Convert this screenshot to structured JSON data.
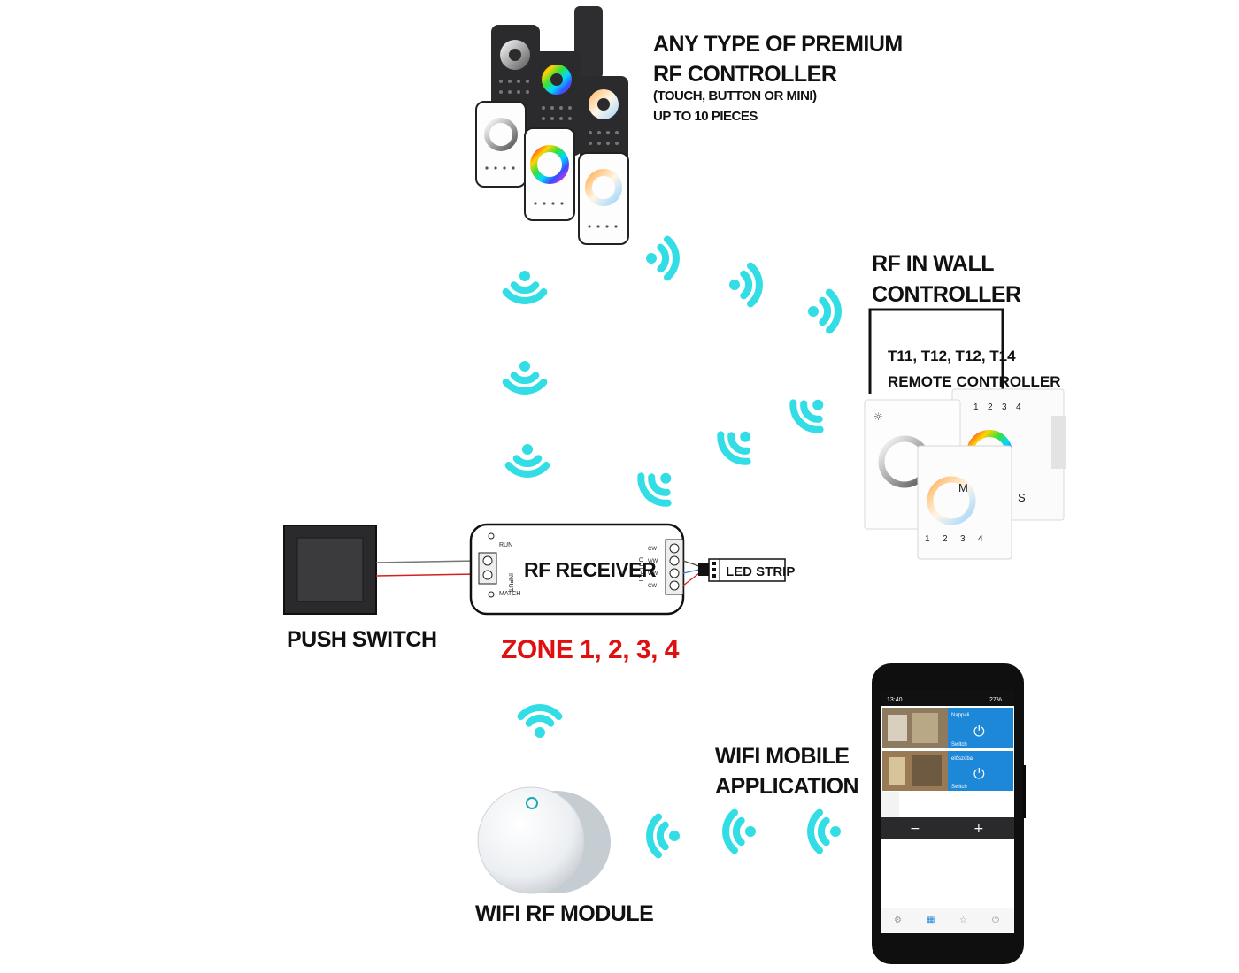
{
  "rf_controller": {
    "title_line1": "ANY TYPE OF PREMIUM",
    "title_line2": "RF CONTROLLER",
    "subtitle_line1": "(TOUCH, BUTTON OR MINI)",
    "subtitle_line2": "UP TO 10 PIECES"
  },
  "in_wall": {
    "title_line1": "RF IN WALL",
    "title_line2": "CONTROLLER",
    "box_line1": "T11, T12, T12, T14",
    "box_line2": "REMOTE CONTROLLER"
  },
  "receiver": {
    "label": "RF RECEIVER",
    "run_label": "RUN",
    "match_label": "MATCH",
    "input_label": "INPUT",
    "output_label": "OUTPUT",
    "out_pins": [
      "CW",
      "WW",
      "WW",
      "CW"
    ]
  },
  "led_strip": {
    "label": "LED STRIP"
  },
  "push_switch": {
    "label": "PUSH SWITCH"
  },
  "zone": {
    "label": "ZONE 1, 2, 3, 4"
  },
  "wifi_module": {
    "label": "WIFI RF MODULE"
  },
  "mobile_app": {
    "title_line1": "WIFI MOBILE",
    "title_line2": "APPLICATION",
    "status_time": "13:40",
    "status_battery": "27%",
    "devices": [
      {
        "name": "Nappali",
        "type": "Switch"
      },
      {
        "name": "előszoba",
        "type": "Switch"
      }
    ],
    "minus_label": "−",
    "plus_label": "+"
  },
  "wall_panel": {
    "zone_numbers": [
      "1",
      "2",
      "3",
      "4"
    ],
    "mode_letters": [
      "M",
      "S"
    ]
  },
  "colors": {
    "wave": "#33dde6",
    "zone_red": "#e01010",
    "wire_red": "#d42020",
    "app_blue": "#1e88d8"
  },
  "icons": [
    "wifi-wave-icon",
    "power-icon",
    "sun-icon",
    "color-wheel-icon"
  ]
}
